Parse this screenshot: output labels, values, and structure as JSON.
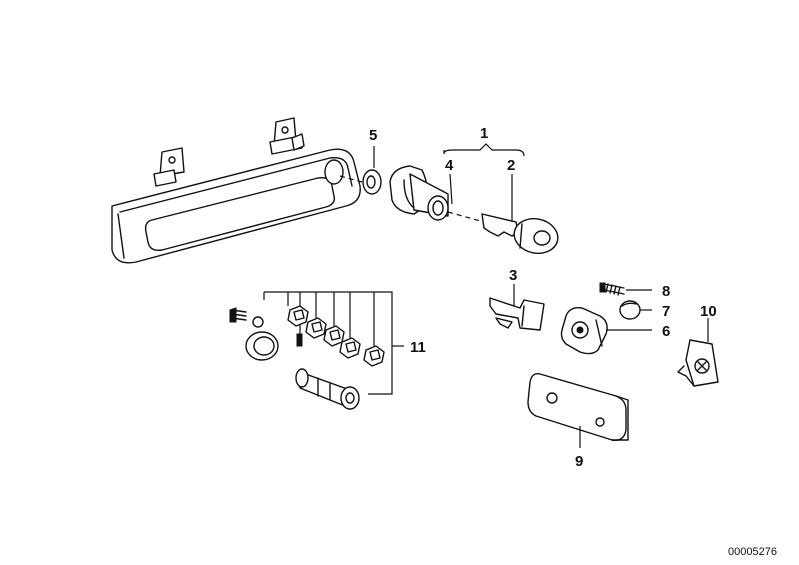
{
  "callouts": {
    "c1": "1",
    "c2": "2",
    "c3": "3",
    "c4": "4",
    "c5": "5",
    "c6": "6",
    "c7": "7",
    "c8": "8",
    "c9": "9",
    "c10": "10",
    "c11": "11"
  },
  "document_number": "00005276",
  "colors": {
    "ink": "#111111",
    "background": "#ffffff"
  }
}
